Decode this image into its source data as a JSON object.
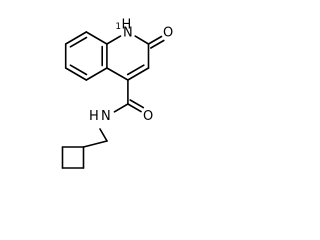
{
  "molecule": {
    "atom_labels": {
      "ring_nh": "N",
      "ring_nh_h": "H",
      "ring_nh_locant": "1",
      "keto_o": "O",
      "amide_o": "O",
      "amide_n": "N",
      "amide_h": "H"
    }
  }
}
